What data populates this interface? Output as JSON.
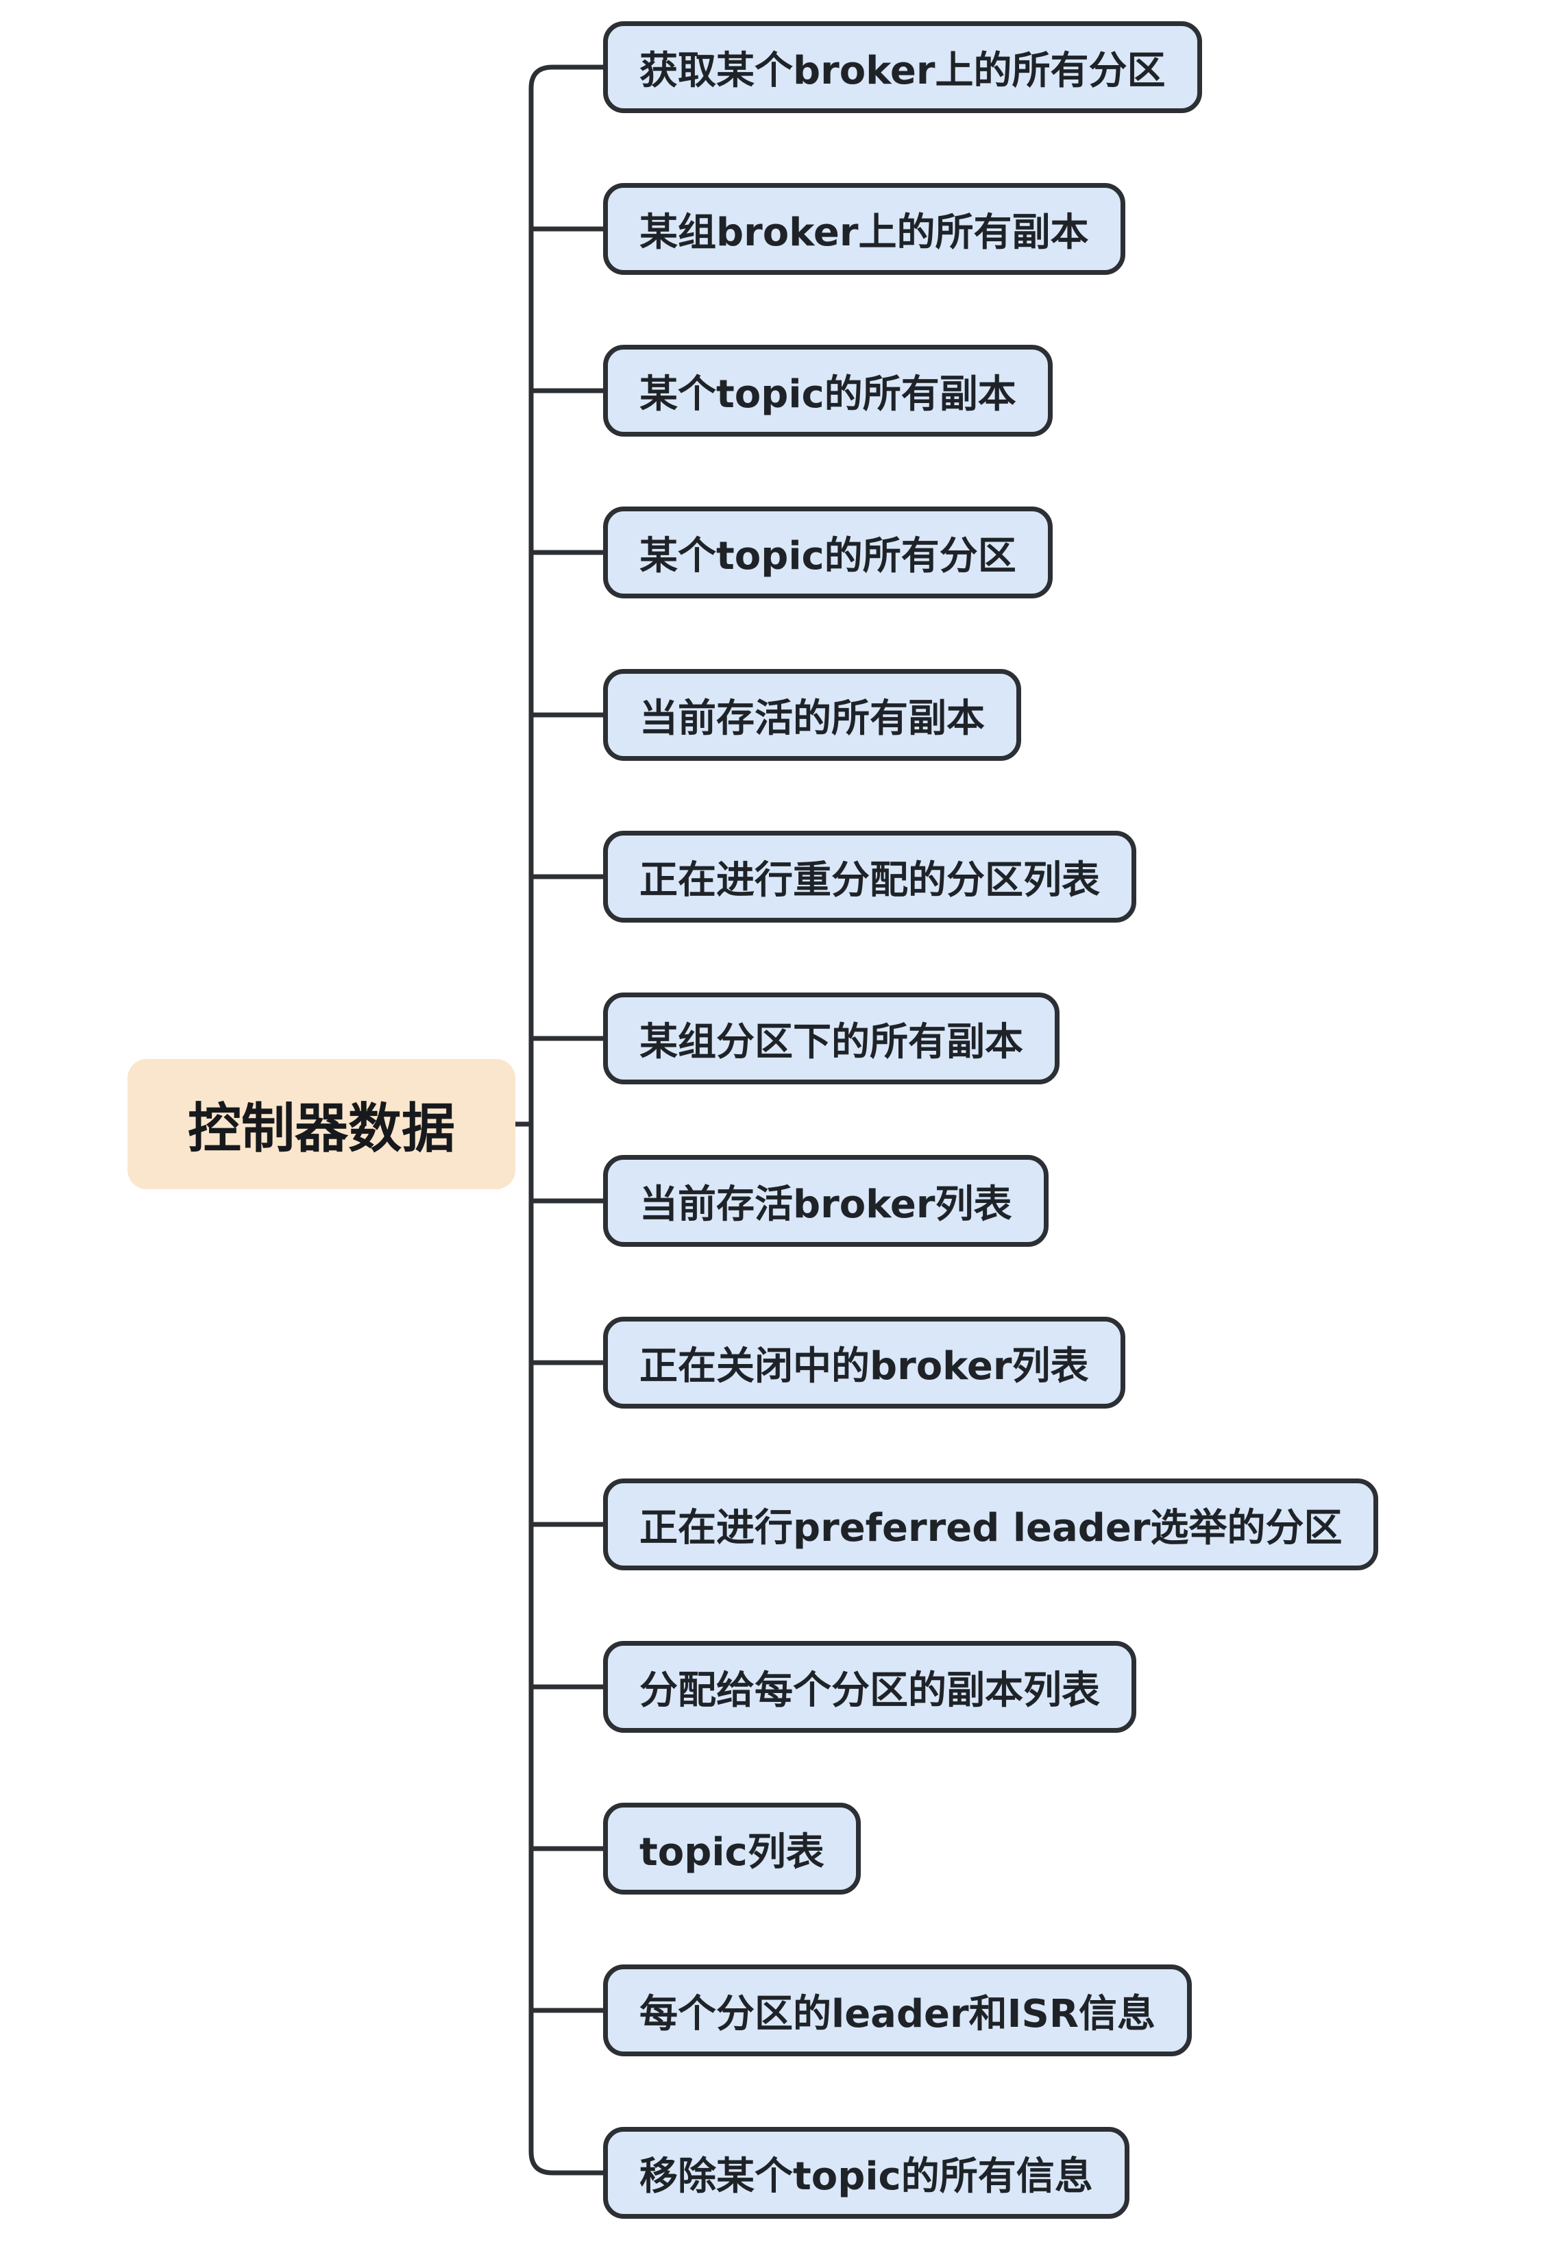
{
  "diagram": {
    "type": "mindmap",
    "root": {
      "label": "控制器数据"
    },
    "children": [
      {
        "label": "获取某个broker上的所有分区"
      },
      {
        "label": "某组broker上的所有副本"
      },
      {
        "label": "某个topic的所有副本"
      },
      {
        "label": "某个topic的所有分区"
      },
      {
        "label": "当前存活的所有副本"
      },
      {
        "label": "正在进行重分配的分区列表"
      },
      {
        "label": "某组分区下的所有副本"
      },
      {
        "label": "当前存活broker列表"
      },
      {
        "label": "正在关闭中的broker列表"
      },
      {
        "label": "正在进行preferred leader选举的分区"
      },
      {
        "label": "分配给每个分区的副本列表"
      },
      {
        "label": "topic列表"
      },
      {
        "label": "每个分区的leader和ISR信息"
      },
      {
        "label": "移除某个topic的所有信息"
      }
    ],
    "colors": {
      "background": "#ffffff",
      "child_fill": "#d9e7f8",
      "child_border": "#2c2f33",
      "root_fill": "#fae6cd",
      "line": "#2c2f33",
      "text": "#1f2328"
    }
  }
}
